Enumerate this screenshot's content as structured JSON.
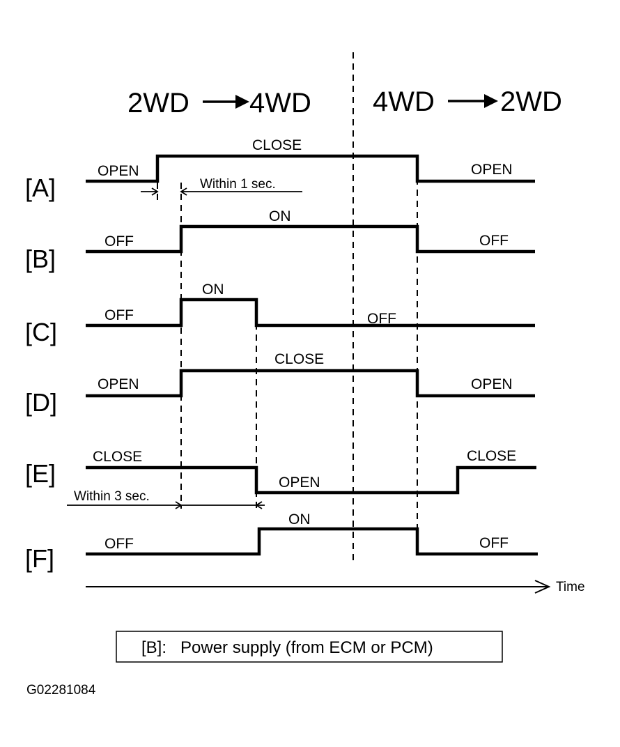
{
  "phases": {
    "left_from": "2WD",
    "left_to": "4WD",
    "right_from": "4WD",
    "right_to": "2WD"
  },
  "rows": [
    {
      "label": "[A]",
      "states": [
        "OPEN",
        "CLOSE",
        "OPEN"
      ]
    },
    {
      "label": "[B]",
      "states": [
        "OFF",
        "ON",
        "OFF"
      ]
    },
    {
      "label": "[C]",
      "states": [
        "OFF",
        "ON",
        "OFF"
      ]
    },
    {
      "label": "[D]",
      "states": [
        "OPEN",
        "CLOSE",
        "OPEN"
      ]
    },
    {
      "label": "[E]",
      "states": [
        "CLOSE",
        "OPEN",
        "CLOSE"
      ]
    },
    {
      "label": "[F]",
      "states": [
        "OFF",
        "ON",
        "OFF"
      ]
    }
  ],
  "annotations": {
    "within_1": "Within 1 sec.",
    "within_3": "Within 3 sec."
  },
  "time_label": "Time",
  "legend": "[B]:   Power supply (from ECM or PCM)",
  "figure_code": "G02281084"
}
